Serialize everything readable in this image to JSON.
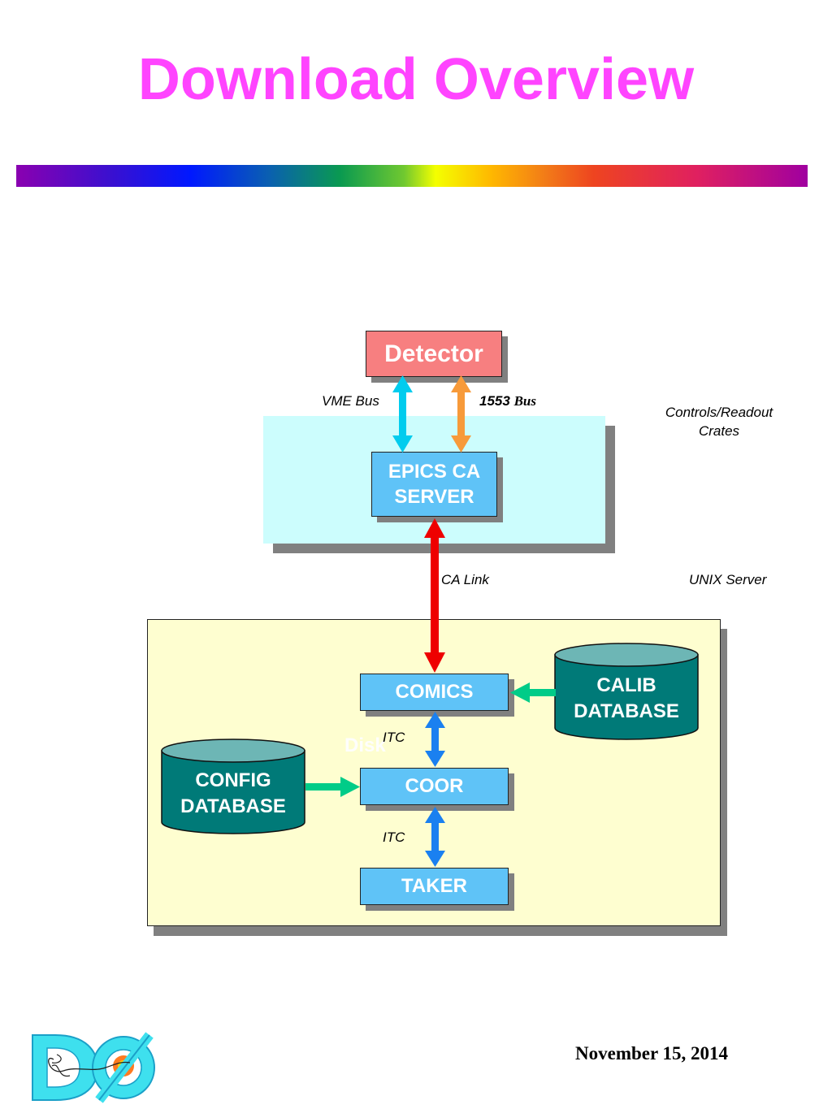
{
  "slide": {
    "title": "Download Overview",
    "date": "November 15, 2014"
  },
  "nodes": {
    "detector": "Detector",
    "epics_line1": "EPICS CA",
    "epics_line2": "SERVER",
    "comics": "COMICS",
    "coor": "COOR",
    "taker": "TAKER"
  },
  "databases": {
    "calib_line1": "CALIB",
    "calib_line2": "DATABASE",
    "config_line1": "CONFIG",
    "config_line2": "DATABASE"
  },
  "links": {
    "vme_bus": "VME Bus",
    "bus_1553_num": "1553",
    "bus_1553_word": "Bus",
    "ca_link": "CA Link",
    "itc_upper": "ITC",
    "itc_lower": "ITC"
  },
  "regions": {
    "controls_line1": "Controls/Readout",
    "controls_line2": "Crates",
    "unix_server": "UNIX Server",
    "disk": "Disk"
  },
  "colors": {
    "title": "#ff44ff",
    "detector": "#f77f80",
    "process_box": "#5fc3f7",
    "crate_panel": "#ccfdfd",
    "unix_panel": "#fefed0",
    "database": "#007a78",
    "vme_arrow": "#00ccee",
    "bus_1553_arrow": "#f79a3a",
    "ca_link_arrow": "#ee0000",
    "itc_arrow": "#1a80f0",
    "db_arrow": "#00cc88"
  }
}
